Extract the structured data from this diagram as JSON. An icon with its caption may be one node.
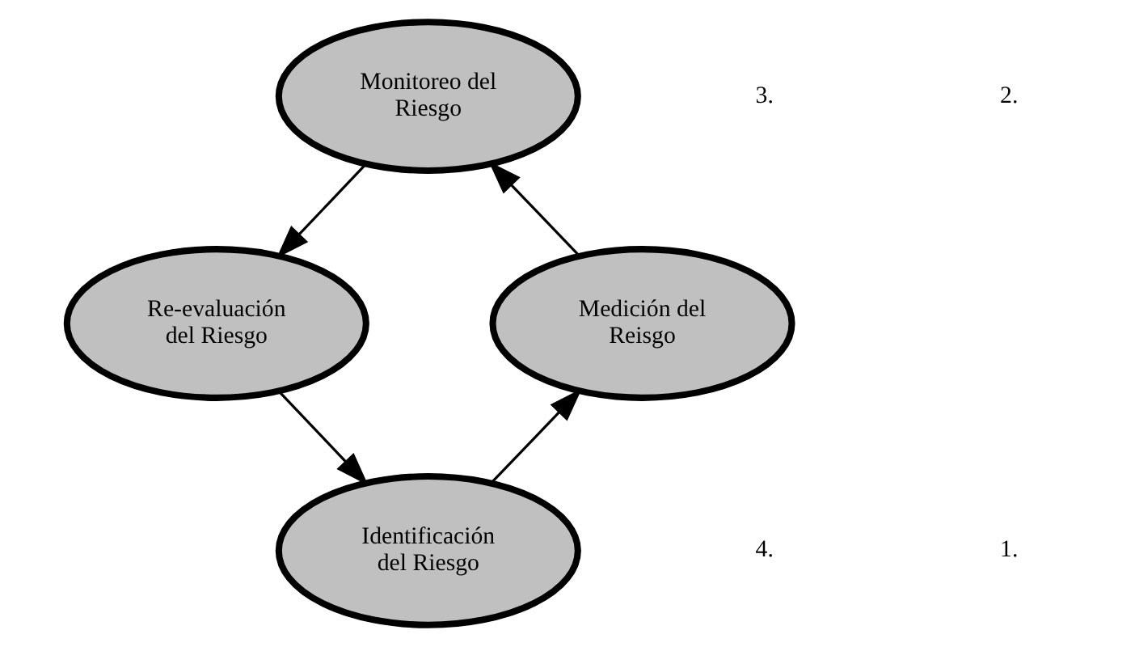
{
  "diagram": {
    "nodes": [
      {
        "text": [
          "Monitoreo del Riesgo"
        ]
      },
      {
        "text": [
          "Re-evaluación del Riesgo"
        ]
      },
      {
        "text": [
          "Medición del Reisgo"
        ]
      },
      {
        "text": [
          "Identificación del Riesgo"
        ]
      }
    ],
    "edges": [
      {
        "from": 2,
        "to": 0,
        "arrow": "to"
      },
      {
        "from": 0,
        "to": 1,
        "arrow": "to"
      },
      {
        "from": 1,
        "to": 3,
        "arrow": "to"
      },
      {
        "from": 3,
        "to": 2,
        "arrow": "to"
      }
    ],
    "labels": [
      "3.",
      "2.",
      "4.",
      "1."
    ]
  }
}
